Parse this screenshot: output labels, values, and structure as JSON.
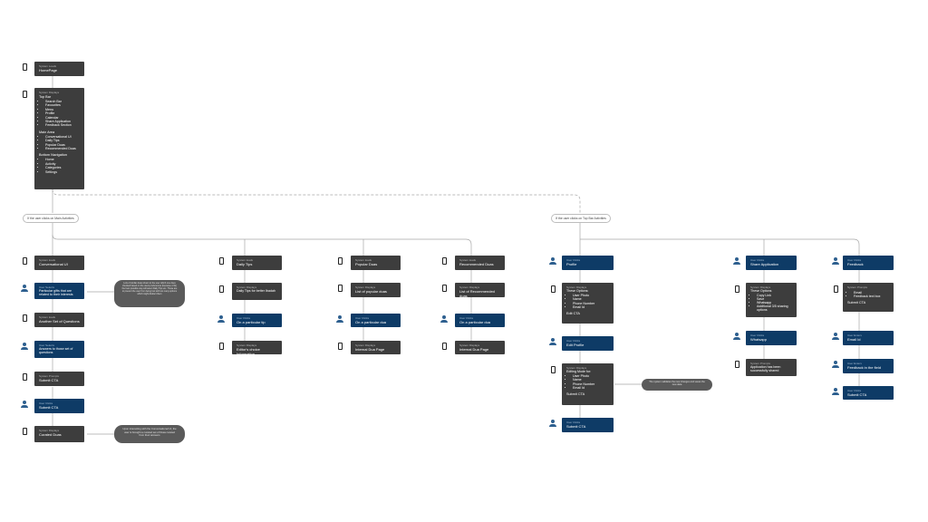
{
  "diagram": {
    "homepage": {
      "label": "System Loads",
      "title": "HomePage"
    },
    "main": {
      "label": "System Displays",
      "top_bar_heading": "Top Bar",
      "top_bar_items": [
        "Search Bar",
        "Favourites",
        "Menu",
        "Profile",
        "Calendar",
        "Share Application",
        "Feedback Section"
      ],
      "main_area_heading": "Main Area",
      "main_area_items": [
        "Conversational UI",
        "Daily Tips",
        "Popular Duas",
        "Recommended Duas"
      ],
      "bottom_nav_heading": "Bottom Navigation",
      "bottom_nav_items": [
        "Home",
        "Activity",
        "Categories",
        "Settings"
      ]
    },
    "branch_left": "If the user clicks on Main Activities",
    "branch_right": "If the user clicks on Top Bar Activities",
    "conv": {
      "n1": {
        "label": "System loads",
        "title": "Conversational UI"
      },
      "n2": {
        "label": "User Selects",
        "title": "Particular gifts that are related to their interests"
      },
      "n3": {
        "label": "System loads",
        "title": "Another Set of Questions"
      },
      "n4": {
        "label": "User Selects",
        "title": "Answers to those set of questions"
      },
      "n5": {
        "label": "System Prompts",
        "title": "Submit CTA"
      },
      "n6": {
        "label": "User Clicks",
        "title": "Submit CTA"
      },
      "n7": {
        "label": "System Displays",
        "title": "Curated Duas"
      },
      "note1": "Lots of similar duas shown to the user which one does checked based on the users preferences (because of AI) the best possible way will select Daily Tips etc. Those are to prevent the user from being lost with too many options which might distract them",
      "note2": "Upon interacting with the Conversational UI, the user is brought a curated set of Duas curated from their answers"
    },
    "tips": {
      "n1": {
        "label": "System loads",
        "title": "Daily Tips"
      },
      "n2": {
        "label": "System Displays",
        "title": "Daily Tips for better Ibadah"
      },
      "n3": {
        "label": "User Clicks",
        "title": "On a particular tip"
      },
      "n4": {
        "label": "System Displays",
        "title": "Editor's choice Information"
      }
    },
    "popular": {
      "n1": {
        "label": "System loads",
        "title": "Popular Duas"
      },
      "n2": {
        "label": "System Displays",
        "title": "List of popular duas"
      },
      "n3": {
        "label": "User Clicks",
        "title": "On a particular dua"
      },
      "n4": {
        "label": "System Displays",
        "title": "Internal Dua Page"
      }
    },
    "recommended": {
      "n1": {
        "label": "System loads",
        "title": "Recommended Duas"
      },
      "n2": {
        "label": "System Displays",
        "title": "List of Recommended duas"
      },
      "n3": {
        "label": "User Clicks",
        "title": "On a particular dua"
      },
      "n4": {
        "label": "System Displays",
        "title": "Internal Dua Page"
      }
    },
    "profile": {
      "n1": {
        "label": "User Clicks",
        "title": "Profile"
      },
      "n2": {
        "label": "System Displays",
        "heading": "These Options:",
        "items": [
          "User Photo",
          "Name",
          "Phone Number",
          "Email Id"
        ],
        "footer": "Edit CTA"
      },
      "n3": {
        "label": "User Clicks",
        "title": "Edit Profile"
      },
      "n4": {
        "label": "System Displays",
        "heading": "Editing Mode for:",
        "items": [
          "User Photo",
          "Name",
          "Phone Number",
          "Email Id"
        ],
        "footer": "Submit CTA"
      },
      "n5": {
        "label": "User Clicks",
        "title": "Submit CTA"
      },
      "note": "The system validates the new changes and saves the new data"
    },
    "share": {
      "n1": {
        "label": "User Clicks",
        "title": "Share Application"
      },
      "n2": {
        "label": "System Displays",
        "heading": "These Options",
        "items": [
          "Copy Link",
          "Save",
          "Whatsapp",
          "Additional 3/5 sharing options"
        ]
      },
      "n3": {
        "label": "User Clicks",
        "title": "Whatsapp"
      },
      "n4": {
        "label": "System Prompts",
        "title": "Application has been successfully shared"
      }
    },
    "feedback": {
      "n1": {
        "label": "User Clicks",
        "title": "Feedback"
      },
      "n2": {
        "label": "System Prompts",
        "items": [
          "Email",
          "Feedback text box"
        ],
        "footer": "Submit CTA"
      },
      "n3": {
        "label": "User Enters",
        "title": "Email Id"
      },
      "n4": {
        "label": "User Enters",
        "title": "Feedback in the field"
      },
      "n5": {
        "label": "User Clicks",
        "title": "Submit CTA"
      }
    },
    "colors": {
      "system_node": "#3d3d3d",
      "user_node": "#0e3b66",
      "connector": "#a0a0a0"
    }
  }
}
